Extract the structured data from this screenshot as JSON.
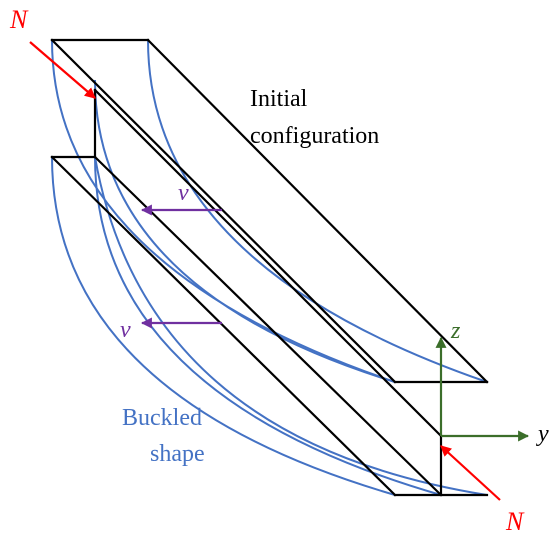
{
  "labels": {
    "initial_line1": "Initial",
    "initial_line2": "configuration",
    "buckled_line1": "Buckled",
    "buckled_line2": "shape",
    "force_top": "N",
    "force_bottom": "N",
    "displacement_upper": "v",
    "displacement_lower": "v",
    "axis_z": "z",
    "axis_y": "y"
  },
  "colors": {
    "beam_edge": "#000000",
    "buckled": "#4472C4",
    "force": "#FF0000",
    "displacement": "#7030A0",
    "axis": "#3B6E2A",
    "text": "#000000"
  }
}
